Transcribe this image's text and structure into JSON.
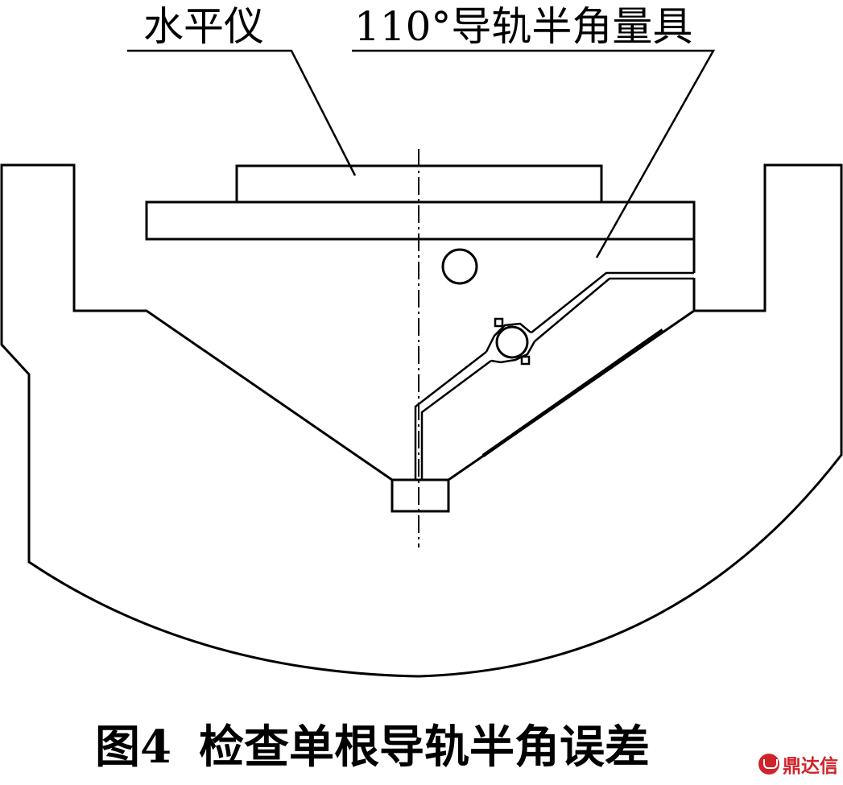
{
  "labels": {
    "level": "水平仪",
    "gauge": "110°导轨半角量具"
  },
  "caption": {
    "figure": "图4",
    "title": "检查单根导轨半角误差"
  },
  "watermark": {
    "text": "鼎达信"
  }
}
